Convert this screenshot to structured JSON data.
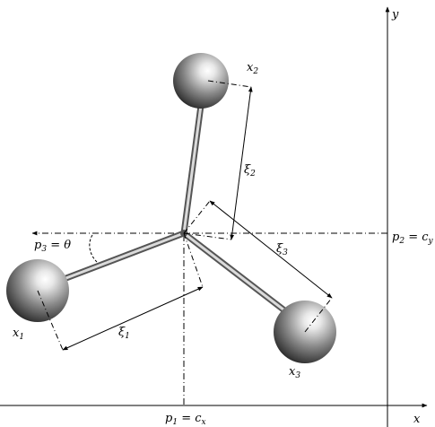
{
  "axes": {
    "x_label": "x",
    "y_label": "y"
  },
  "labels": {
    "x1": {
      "base": "x",
      "sub": "1"
    },
    "x2": {
      "base": "x",
      "sub": "2"
    },
    "x3": {
      "base": "x",
      "sub": "3"
    },
    "xi1": {
      "base": "ξ",
      "sub": "1"
    },
    "xi2": {
      "base": "ξ",
      "sub": "2"
    },
    "xi3": {
      "base": "ξ",
      "sub": "3"
    },
    "p3": {
      "base": "p",
      "sub": "3",
      "rest": " = θ"
    },
    "p2": {
      "base": "p",
      "sub": "2",
      "rest": " = c",
      "rest_sub": "y"
    },
    "p1": {
      "base": "p",
      "sub": "1",
      "rest": " = c",
      "rest_sub": "x"
    }
  },
  "colors": {
    "line": "#000000",
    "rod": "#9a9a9a",
    "ball": "#7a7a7a"
  }
}
